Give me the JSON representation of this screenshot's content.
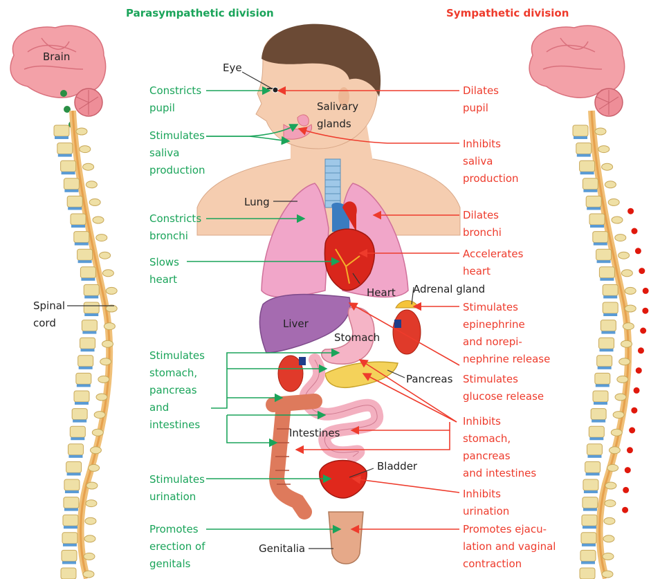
{
  "headers": {
    "parasympathetic": "Parasympathetic division",
    "sympathetic": "Sympathetic division"
  },
  "anatomy_labels": {
    "brain": "Brain",
    "spinal_cord": "Spinal\ncord",
    "eye": "Eye",
    "salivary_glands": "Salivary\nglands",
    "lung": "Lung",
    "heart": "Heart",
    "adrenal_gland": "Adrenal gland",
    "liver": "Liver",
    "stomach": "Stomach",
    "pancreas": "Pancreas",
    "intestines": "Intestines",
    "bladder": "Bladder",
    "genitalia": "Genitalia"
  },
  "parasympathetic_effects": [
    "Constricts\npupil",
    "Stimulates\nsaliva\nproduction",
    "Constricts\nbronchi",
    "Slows\nheart",
    "Stimulates\nstomach,\npancreas\nand\nintestines",
    "Stimulates\nurination",
    "Promotes\nerection of\ngenitals"
  ],
  "sympathetic_effects": [
    "Dilates\npupil",
    "Inhibits\nsaliva\nproduction",
    "Dilates\nbronchi",
    "Accelerates\nheart",
    "Stimulates\nepinephrine\nand norepi-\nnephrine release",
    "Stimulates\nglucose release",
    "Inhibits\nstomach,\npancreas\nand intestines",
    "Inhibits\nurination",
    "Promotes ejacu-\nlation and vaginal\ncontraction"
  ],
  "colors": {
    "parasympathetic": "#1aa45a",
    "sympathetic": "#ee3b2c",
    "brain": "#f3a1a8",
    "vertebra": "#efe0a6",
    "disc": "#5a9bd5",
    "lung": "#f1a6c9",
    "liver": "#a56bb0",
    "heart": "#d9261c",
    "kidney": "#e03a2a",
    "intestine": "#de7a5c",
    "small_intestine": "#f3b0c0",
    "pancreas": "#f4d25a",
    "skin": "#f5cdb0"
  }
}
